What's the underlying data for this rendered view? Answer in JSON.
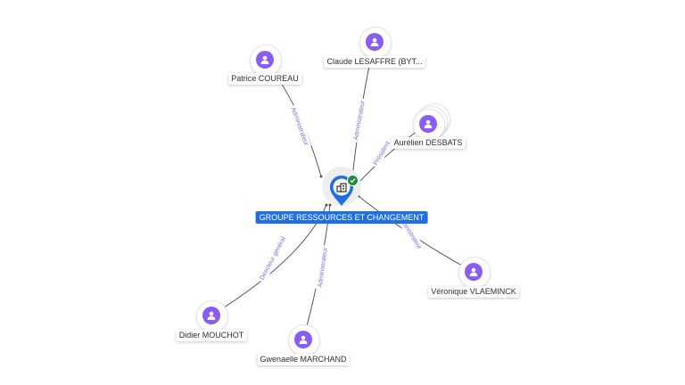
{
  "company": {
    "name": "GROUPE RESSOURCES ET CHANGEMENT",
    "icon": "building-icon",
    "status_icon": "check-icon",
    "colors": {
      "pin": "#1e6fe6",
      "badge": "#1f8a3b"
    }
  },
  "people": [
    {
      "name": "Patrice COUREAU",
      "role": "Administrateur",
      "icon": "person-icon",
      "stack": 1
    },
    {
      "name": "Claude LESAFFRE (BYT...",
      "role": "Administrateur",
      "icon": "person-icon",
      "stack": 1
    },
    {
      "name": "Aurélien DESBATS",
      "role": "Président",
      "icon": "person-icon",
      "stack": 3
    },
    {
      "name": "Véronique VLAEMINCK",
      "role": "Administrateur",
      "icon": "person-icon",
      "stack": 1
    },
    {
      "name": "Gwenaelle MARCHAND",
      "role": "Administrateur",
      "icon": "person-icon",
      "stack": 1
    },
    {
      "name": "Didier MOUCHOT",
      "role": "Directeur général",
      "icon": "person-icon",
      "stack": 1
    }
  ],
  "colors": {
    "avatar": "#8a5cf6",
    "edge_label": "#7a6fd6",
    "edge": "#54595f"
  }
}
